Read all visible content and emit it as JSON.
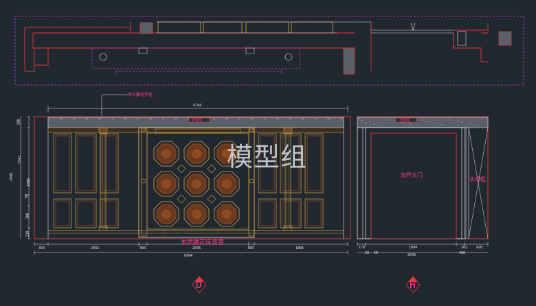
{
  "drawing": {
    "background": "#212830",
    "colors": {
      "wall": "#e03a3a",
      "magenta": "#c040c0",
      "gold": "#d6a84a",
      "wood": "#b8582a",
      "stone": "#5a6068",
      "white": "#e6e6e6",
      "pink_text": "#ff3c8c"
    }
  },
  "watermark": "模型组",
  "labels": {
    "column_label": "木头雕花罗柱",
    "stone_band_d": "石膏线",
    "stone_band_h": "石膏线",
    "center_panel": "木质雕花床背景",
    "door": "双开大门",
    "cabinet": "水吧柜"
  },
  "dimensions": {
    "top_total": "4794",
    "bottom_total": "6994",
    "left_height": "2940",
    "left_parts": [
      "180",
      "1541",
      "1800",
      "80",
      "700",
      "130"
    ],
    "bottom_d_parts": [
      "350",
      "2033",
      "300",
      "2506",
      "300",
      "1885"
    ],
    "bottom_h_parts": [
      "170",
      "1894",
      "202",
      "420"
    ],
    "bottom_h_total": "2546",
    "bottom_h_sub": [
      "50",
      "50",
      "400"
    ]
  },
  "views": [
    {
      "letter": "D",
      "icon": "section-marker-icon"
    },
    {
      "letter": "H",
      "icon": "section-marker-icon"
    }
  ]
}
